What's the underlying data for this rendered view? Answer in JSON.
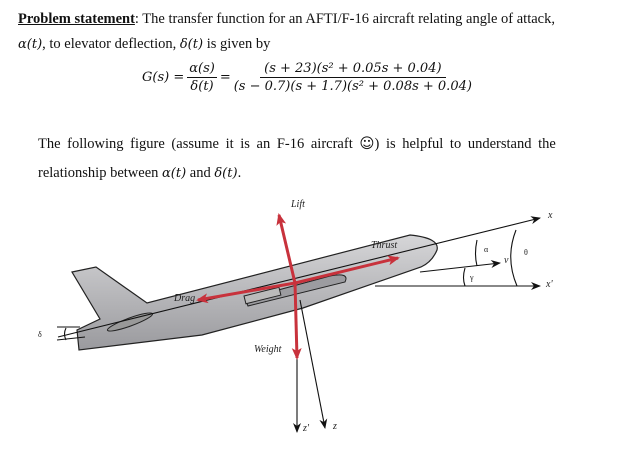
{
  "problem": {
    "heading": "Problem statement",
    "line1_rest": ": The transfer function for an AFTI/F-16 aircraft relating angle of attack,",
    "line2_alpha": "α(t)",
    "line2_mid": ", to elevator deflection, ",
    "line2_delta": "δ(t)",
    "line2_end": " is given by"
  },
  "equation": {
    "lhs": "G(s) =",
    "frac1_num": "α(s)",
    "frac1_den": "δ(t)",
    "eq": "=",
    "frac2_num": "(s + 23)(s² + 0.05s + 0.04)",
    "frac2_den": "(s − 0.7)(s + 1.7)(s² + 0.08s + 0.04)"
  },
  "figure_text": {
    "line1_a": "The following figure (assume it is an F-16 aircraft ",
    "emoji": "☺",
    "line1_b": ") is helpful to understand the",
    "line2_a": "relationship between ",
    "line2_alpha": "α(t)",
    "line2_and": " and ",
    "line2_delta": "δ(t)",
    "line2_end": "."
  },
  "diagram": {
    "labels": {
      "lift": "Lift",
      "thrust": "Thrust",
      "drag": "Drag",
      "weight": "Weight",
      "x": "x",
      "x_prime": "x'",
      "z": "z",
      "z_prime": "z'",
      "alpha": "α",
      "v": "v",
      "theta": "θ",
      "gamma": "γ",
      "delta": "δ"
    },
    "colors": {
      "force_arrow": "#c8323c",
      "fuselage": "#b4b4b8",
      "axis": "#111111"
    }
  }
}
